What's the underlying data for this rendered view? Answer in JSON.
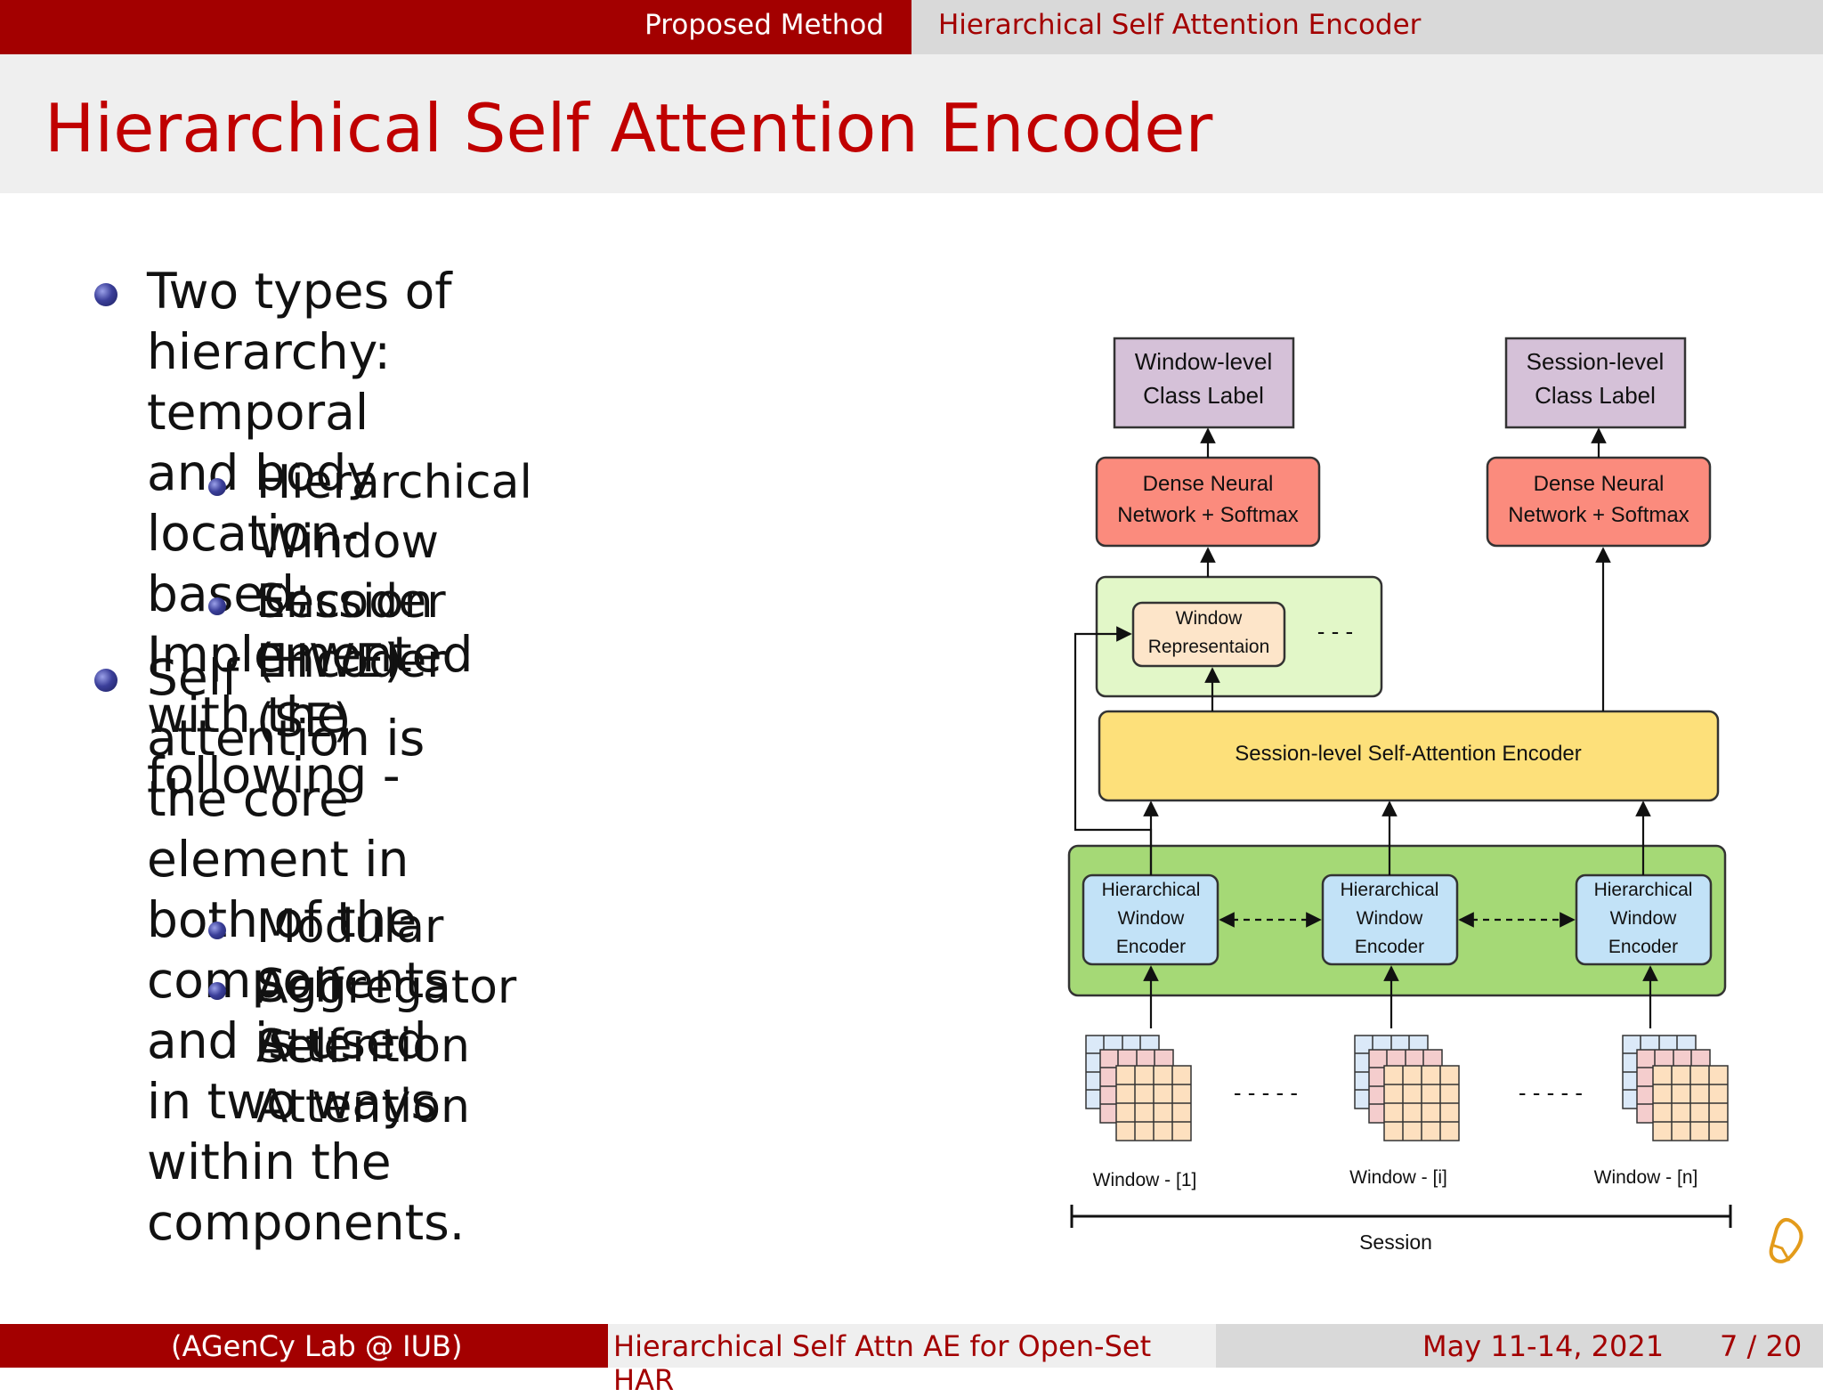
{
  "header": {
    "section": "Proposed Method",
    "subsection": "Hierarchical Self Attention Encoder"
  },
  "slide": {
    "title": "Hierarchical Self Attention Encoder",
    "bullet1": {
      "lines": [
        "Two types of hierarchy:  temporal",
        "and body location-based;",
        "Implemented with the following -"
      ],
      "sub": [
        [
          "Hierarchical Window Encoder",
          "(HWE)"
        ],
        [
          "Session Encoder (SE)"
        ]
      ]
    },
    "bullet2": {
      "lines": [
        "Self attention is the core element in",
        "both of the components and is used",
        "in two ways within the components."
      ],
      "sub": [
        [
          "Modular Self Attention"
        ],
        [
          "Aggregator Self Attention"
        ]
      ]
    }
  },
  "diagram": {
    "window_label": [
      "Window-level",
      "Class Label"
    ],
    "session_label": [
      "Session-level",
      "Class Label"
    ],
    "dense_left": [
      "Dense Neural",
      "Network + Softmax"
    ],
    "dense_right": [
      "Dense Neural",
      "Network + Softmax"
    ],
    "window_rep": [
      "Window",
      "Representaion"
    ],
    "ellipsis_short": "- - -",
    "session_encoder": "Session-level Self-Attention Encoder",
    "hwe": [
      "Hierarchical",
      "Window",
      "Encoder"
    ],
    "ellipsis_long": "- - - - -",
    "windows": [
      "Window - [1]",
      "Window - [i]",
      "Window - [n]"
    ],
    "session": "Session",
    "colors": {
      "label_box": "#d5c1d8",
      "dense": "#fb8b7d",
      "window_rep_group": "#e2f7c8",
      "window_rep": "#fde5c9",
      "session_encoder": "#fde07a",
      "hwe_group": "#a5d976",
      "hwe": "#c2e2f7"
    }
  },
  "footer": {
    "institution": "(AGenCy Lab @ IUB)",
    "short_title": "Hierarchical Self Attn AE for Open-Set HAR",
    "date": "May 11-14, 2021",
    "page": "7 / 20"
  }
}
